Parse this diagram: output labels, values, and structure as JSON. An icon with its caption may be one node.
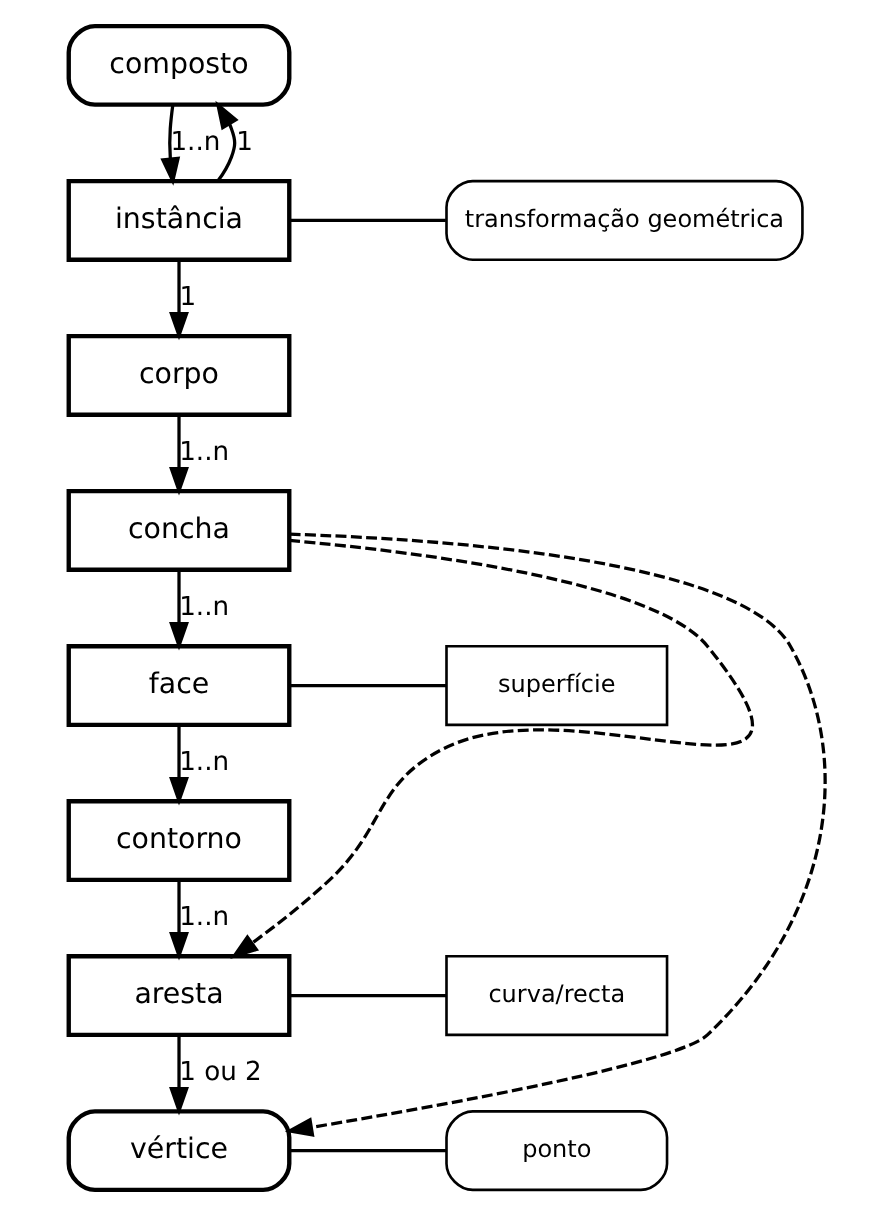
{
  "diagram": {
    "nodes": [
      {
        "text": [
          "composto"
        ]
      },
      {
        "text": [
          "instância"
        ]
      },
      {
        "text": [
          "transformação geométrica"
        ]
      },
      {
        "text": [
          "corpo"
        ]
      },
      {
        "text": [
          "concha"
        ]
      },
      {
        "text": [
          "face"
        ]
      },
      {
        "text": [
          "superfície"
        ]
      },
      {
        "text": [
          "contorno"
        ]
      },
      {
        "text": [
          "aresta"
        ]
      },
      {
        "text": [
          "curva/recta"
        ]
      },
      {
        "text": [
          "vértice"
        ]
      },
      {
        "text": [
          "ponto"
        ]
      }
    ],
    "edges": [
      {
        "from": 0,
        "to": 1,
        "arrow": "to",
        "label": "1..n"
      },
      {
        "from": 1,
        "to": 0,
        "arrow": "to",
        "label": "1"
      },
      {
        "from": 1,
        "to": 2,
        "arrow": "none"
      },
      {
        "from": 1,
        "to": 3,
        "arrow": "to",
        "label": "1"
      },
      {
        "from": 3,
        "to": 4,
        "arrow": "to",
        "label": "1..n"
      },
      {
        "from": 4,
        "to": 5,
        "arrow": "to",
        "label": "1..n"
      },
      {
        "from": 5,
        "to": 6,
        "arrow": "none"
      },
      {
        "from": 5,
        "to": 7,
        "arrow": "to",
        "label": "1..n"
      },
      {
        "from": 7,
        "to": 8,
        "arrow": "to",
        "label": "1..n"
      },
      {
        "from": 8,
        "to": 9,
        "arrow": "none"
      },
      {
        "from": 8,
        "to": 10,
        "arrow": "to",
        "label": "1 ou 2"
      },
      {
        "from": 10,
        "to": 11,
        "arrow": "none"
      },
      {
        "from": 4,
        "to": 8,
        "arrow": "to",
        "style": "dashed"
      },
      {
        "from": 4,
        "to": 10,
        "arrow": "to",
        "style": "dashed"
      }
    ]
  }
}
